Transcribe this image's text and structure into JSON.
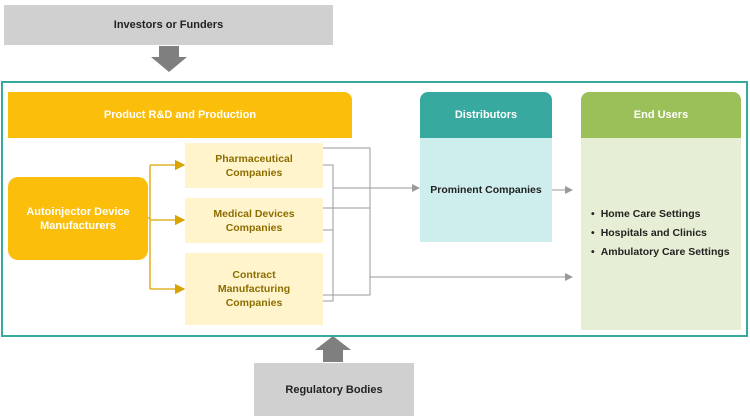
{
  "investors": "Investors or Funders",
  "rnd": "Product R&D and Production",
  "manufacturers": "Autoinjector Device Manufacturers",
  "pharma": "Pharmaceutical Companies",
  "medical": "Medical Devices Companies",
  "contract": "Contract Manufacturing Companies",
  "distributors": {
    "title": "Distributors",
    "body": "Prominent Companies"
  },
  "end_users": {
    "title": "End Users",
    "items": [
      "Home Care Settings",
      "Hospitals and Clinics",
      "Ambulatory Care Settings"
    ]
  },
  "regulatory": "Regulatory Bodies",
  "colors": {
    "teal": "#37a99e",
    "yellow": "#fbbe0a",
    "green": "#9bbf59",
    "grey": "#d0d0d0",
    "pale_yellow": "#fff4cc"
  }
}
